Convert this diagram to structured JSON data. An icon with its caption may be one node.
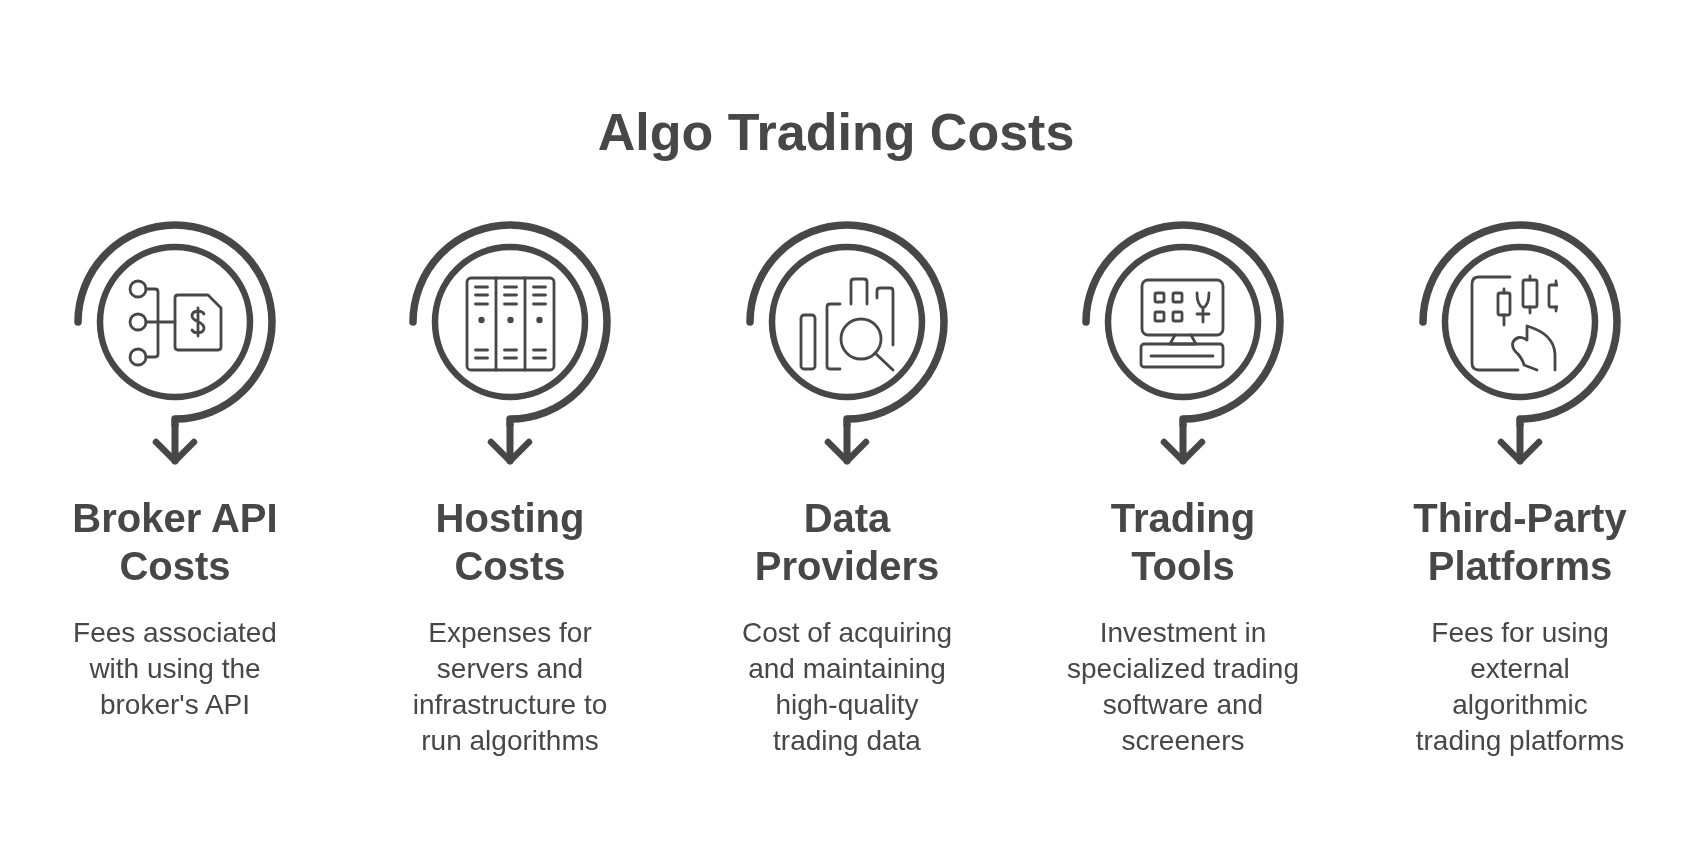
{
  "diagram": {
    "title": "Algo Trading Costs",
    "nodes": [
      {
        "text": [],
        "shape": "circle"
      },
      {
        "text": [
          "Broker API Costs",
          "Fees associated with using the broker's API"
        ]
      },
      {
        "text": [],
        "shape": "circle"
      },
      {
        "text": [
          "Hosting Costs",
          "Expenses for servers and infrastructure to run algorithms"
        ]
      },
      {
        "text": [],
        "shape": "circle"
      },
      {
        "text": [
          "Data Providers",
          "Cost of acquiring and maintaining high-quality trading data"
        ]
      },
      {
        "text": [],
        "shape": "circle"
      },
      {
        "text": [
          "Trading Tools",
          "Investment in specialized trading software and screeners"
        ]
      },
      {
        "text": [],
        "shape": "circle"
      },
      {
        "text": [
          "Third-Party Platforms",
          "Fees for using external algorithmic trading platforms"
        ]
      }
    ],
    "edges": [
      {
        "from": 0,
        "to": 1,
        "arrow": "to"
      },
      {
        "from": 2,
        "to": 3,
        "arrow": "to"
      },
      {
        "from": 4,
        "to": 5,
        "arrow": "to"
      },
      {
        "from": 6,
        "to": 7,
        "arrow": "to"
      },
      {
        "from": 8,
        "to": 9,
        "arrow": "to"
      }
    ]
  }
}
